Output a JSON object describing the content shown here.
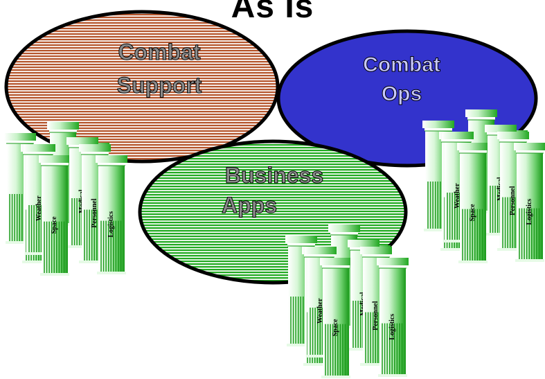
{
  "title": "As Is",
  "ellipses": [
    {
      "id": "combat-support",
      "line1": "Combat",
      "line2": "Support",
      "color": "#b5552c",
      "style": "striped"
    },
    {
      "id": "combat-ops",
      "line1": "Combat",
      "line2": "Ops",
      "color": "#3333cc",
      "style": "solid"
    },
    {
      "id": "business-apps",
      "line1": "Business",
      "line2": "Apps",
      "color": "#22aa22",
      "style": "striped"
    }
  ],
  "pillar_labels": [
    "Weather",
    "Space",
    "Medical",
    "Personnel",
    "Logistics"
  ],
  "pillar_groups": [
    "left-group",
    "right-group",
    "center-group"
  ],
  "colors": {
    "pillar_light": "#e8fbe8",
    "pillar_mid": "#7ed87e",
    "pillar_dark": "#1a9a1a",
    "outline": "#000000"
  }
}
